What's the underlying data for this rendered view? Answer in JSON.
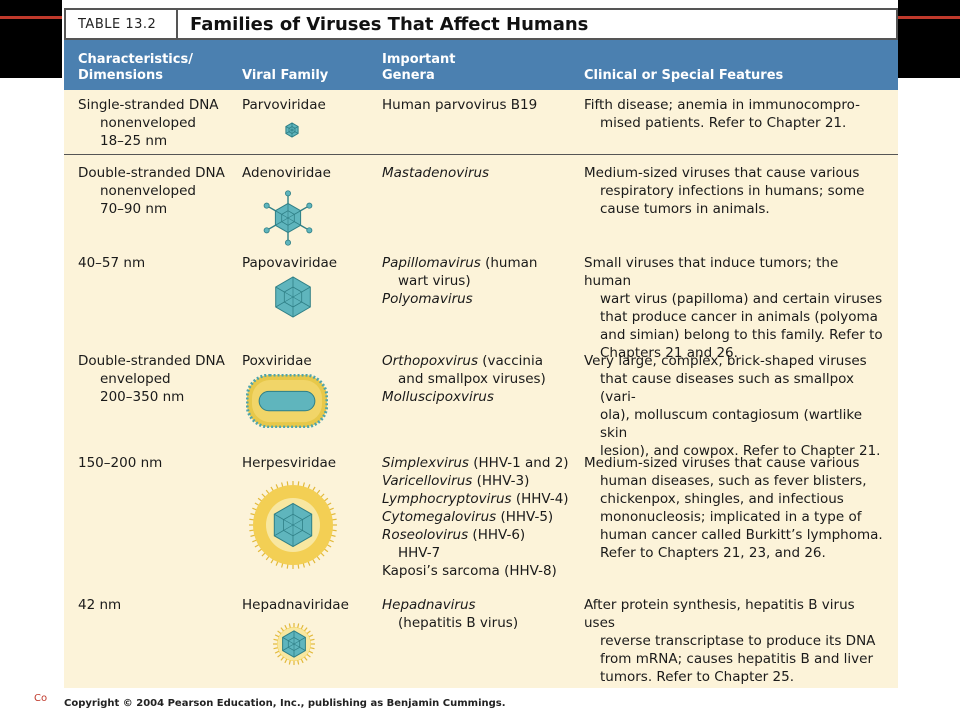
{
  "slide": {
    "footer_fragment": "Co"
  },
  "table": {
    "tag": "TABLE 13.2",
    "title": "Families of Viruses That Affect Humans",
    "headers": {
      "c1": [
        "Characteristics/",
        "Dimensions"
      ],
      "c2": [
        "Viral Family"
      ],
      "c3": [
        "Important",
        "Genera"
      ],
      "c4": [
        "Clinical or Special Features"
      ]
    },
    "rows": [
      {
        "characteristics": [
          "Single-stranded DNA",
          "nonenveloped",
          "18–25 nm"
        ],
        "family": "Parvoviridae",
        "genera": [
          {
            "text": "Human parvovirus B19",
            "italic": false
          }
        ],
        "features": [
          "Fifth disease; anemia in immunocompro-",
          "mised patients. Refer to Chapter 21."
        ],
        "icon": "parvovirus-icon"
      },
      {
        "characteristics": [
          "Double-stranded DNA",
          "nonenveloped",
          "70–90 nm"
        ],
        "family": "Adenoviridae",
        "genera": [
          {
            "text": "Mastadenovirus",
            "italic": true
          }
        ],
        "features": [
          "Medium-sized viruses that cause various",
          "respiratory infections in humans; some",
          "cause tumors in animals."
        ],
        "icon": "adenovirus-icon"
      },
      {
        "characteristics": [
          "40–57 nm"
        ],
        "family": "Papovaviridae",
        "genera": [
          {
            "text": "Papillomavirus",
            "italic": true,
            "suffix": " (human"
          },
          {
            "text": "wart virus)",
            "italic": false,
            "indent": true
          },
          {
            "text": "Polyomavirus",
            "italic": true
          }
        ],
        "features": [
          "Small viruses that induce tumors; the human",
          "wart virus (papilloma) and certain viruses",
          "that produce cancer in animals (polyoma",
          "and simian) belong to this family. Refer to",
          "Chapters 21 and 26."
        ],
        "icon": "papovavirus-icon"
      },
      {
        "characteristics": [
          "Double-stranded DNA",
          "enveloped",
          "200–350 nm"
        ],
        "family": "Poxviridae",
        "genera": [
          {
            "text": "Orthopoxvirus",
            "italic": true,
            "suffix": " (vaccinia"
          },
          {
            "text": "and smallpox viruses)",
            "italic": false,
            "indent": true
          },
          {
            "text": "Molluscipoxvirus",
            "italic": true
          }
        ],
        "features": [
          "Very large, complex, brick-shaped viruses",
          "that cause diseases such as smallpox (vari-",
          "ola), molluscum contagiosum (wartlike skin",
          "lesion), and cowpox. Refer to Chapter 21."
        ],
        "icon": "poxvirus-icon"
      },
      {
        "characteristics": [
          "150–200 nm"
        ],
        "family": "Herpesviridae",
        "genera": [
          {
            "text": "Simplexvirus",
            "italic": true,
            "suffix": " (HHV-1 and 2)"
          },
          {
            "text": "Varicellovirus",
            "italic": true,
            "suffix": " (HHV-3)"
          },
          {
            "text": "Lymphocryptovirus",
            "italic": true,
            "suffix": " (HHV-4)"
          },
          {
            "text": "Cytomegalovirus",
            "italic": true,
            "suffix": " (HHV-5)"
          },
          {
            "text": "Roseolovirus",
            "italic": true,
            "suffix": " (HHV-6)"
          },
          {
            "text": "HHV-7",
            "italic": false,
            "indent": true
          },
          {
            "text": "Kaposi’s sarcoma (HHV-8)",
            "italic": false
          }
        ],
        "features": [
          "Medium-sized viruses that cause various",
          "human diseases, such as fever blisters,",
          "chickenpox, shingles, and infectious",
          "mononucleosis; implicated in a type of",
          "human cancer called Burkitt’s lymphoma.",
          "Refer to Chapters 21, 23, and 26."
        ],
        "icon": "herpesvirus-icon"
      },
      {
        "characteristics": [
          "42 nm"
        ],
        "family": "Hepadnaviridae",
        "genera": [
          {
            "text": "Hepadnavirus",
            "italic": true
          },
          {
            "text": "(hepatitis B virus)",
            "italic": false,
            "indent": true
          }
        ],
        "features": [
          "After protein synthesis, hepatitis B virus uses",
          "reverse transcriptase to produce its DNA",
          "from mRNA; causes hepatitis B and liver",
          "tumors. Refer to Chapter 25."
        ],
        "icon": "hepadnavirus-icon"
      }
    ],
    "copyright": "Copyright © 2004 Pearson Education, Inc., publishing as Benjamin Cummings."
  }
}
